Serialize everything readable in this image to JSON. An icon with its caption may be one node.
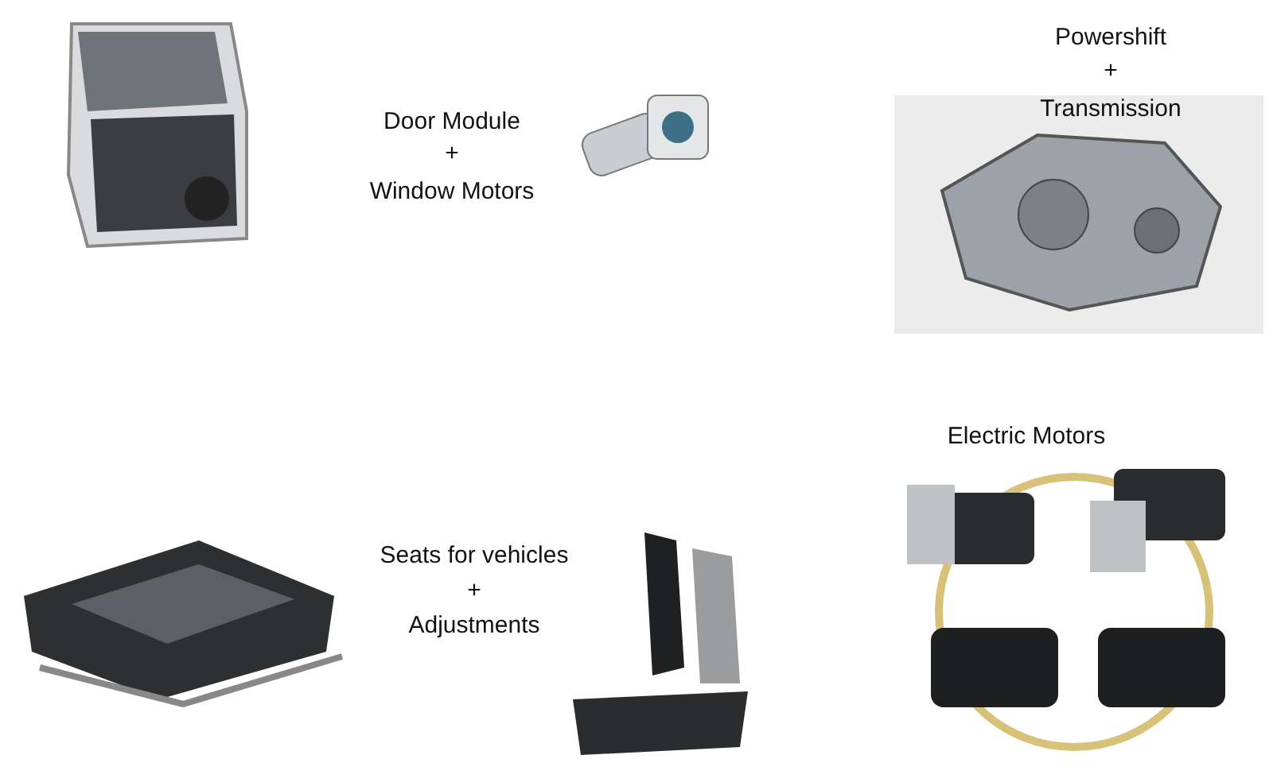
{
  "diagram": {
    "labels": [
      "Door Module",
      "+",
      "Window Motors",
      "Powershift",
      "+",
      "Transmission",
      "Electric Motors",
      "Seats for vehicles",
      "+",
      "Adjustments"
    ]
  }
}
